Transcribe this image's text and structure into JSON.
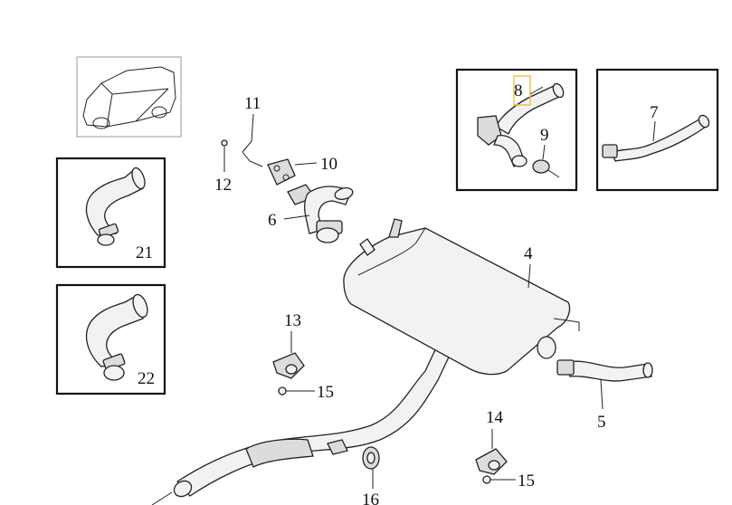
{
  "diagram": {
    "labels": {
      "p4": "4",
      "p5": "5",
      "p6": "6",
      "p7": "7",
      "p8": "8",
      "p9": "9",
      "p10": "10",
      "p11": "11",
      "p12": "12",
      "p13": "13",
      "p14": "14",
      "p15a": "15",
      "p15b": "15",
      "p16": "16",
      "p21": "21",
      "p22": "22"
    },
    "highlight_color": "#f5c242"
  }
}
